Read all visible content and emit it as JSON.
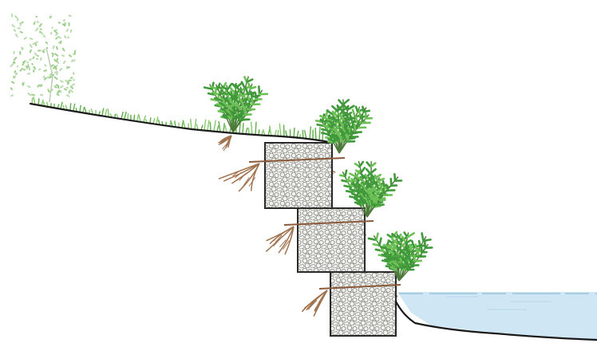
{
  "diagram": {
    "subject": "gabion-bank-stabilization-cross-section",
    "colors": {
      "background": "#ffffff",
      "ground_line": "#1a1a1a",
      "grass": "#5fae4a",
      "shrub": "#3f9a3a",
      "shrub_light": "#6cc056",
      "tree_faint": "#9ccf8a",
      "root": "#a0724e",
      "gabion_outline": "#2a2a2a",
      "gabion_fill": "#f2f2ef",
      "gabion_stones": "#8c8c88",
      "water": "#cfe6f4",
      "water_line": "#9cc4dc"
    },
    "components": [
      "background-tree",
      "upper-bank",
      "top-shrub",
      "gabion-basket-upper",
      "gabion-basket-middle",
      "gabion-basket-lower",
      "brush-layer-shrubs",
      "root-systems",
      "river-water",
      "riverbed"
    ]
  }
}
